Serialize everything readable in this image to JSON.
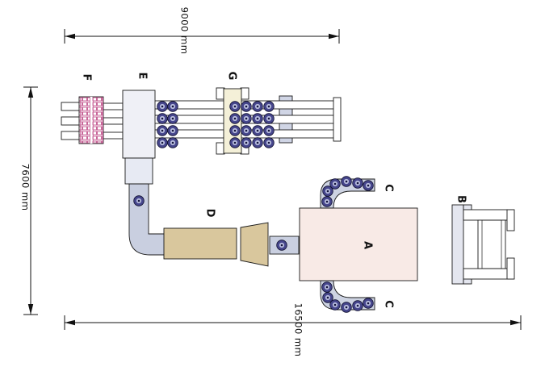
{
  "diagram": {
    "type": "plant-layout-top-view",
    "station_labels": {
      "a": "A",
      "b": "B",
      "c_upper": "C",
      "c_lower": "C",
      "d": "D",
      "e": "E",
      "f": "F",
      "g": "G"
    },
    "dimensions": {
      "top": "9000 mm",
      "left": "7600 mm",
      "bottom": "16500 mm"
    },
    "colors": {
      "line": "#1a1a1a",
      "machine_a": "#f8eae6",
      "machine_d": "#d9c79d",
      "coupling": "#d9c79d",
      "pipe": "#c9cfe0",
      "conveyor_band": "#cdd3e2",
      "rail_support": "#d0d5e5",
      "g_body": "#f4f0d8",
      "e_body": "#eff0f6",
      "e_lower": "#e7eaf3",
      "b_body": "#e4e6ef",
      "roller_outer": "#46468c",
      "roller_mid": "#b9bedf",
      "roller_dot": "#14143c",
      "hatch_pink": "#c9679a"
    }
  }
}
